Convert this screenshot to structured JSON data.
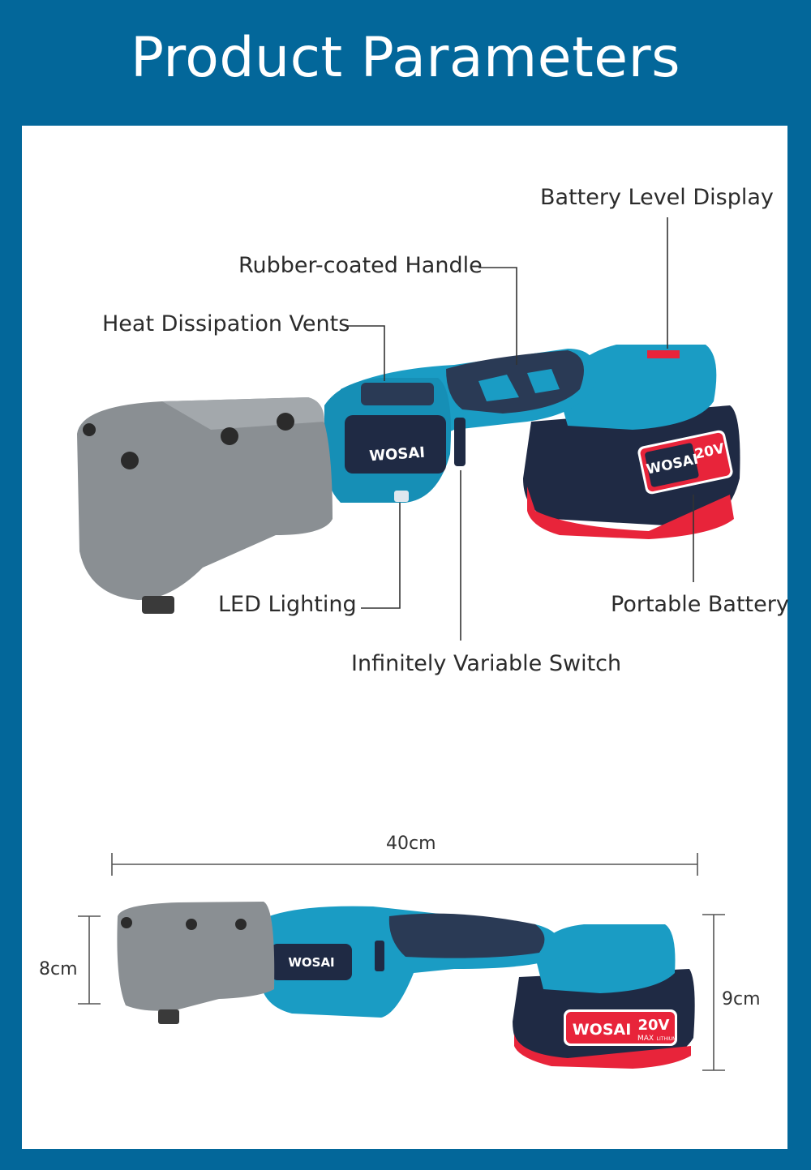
{
  "header": {
    "title": "Product Parameters"
  },
  "callouts": {
    "battery_level_display": "Battery Level Display",
    "rubber_coated_handle": "Rubber-coated Handle",
    "heat_dissipation_vents": "Heat Dissipation Vents",
    "led_lighting": "LED Lighting",
    "portable_battery": "Portable Battery",
    "infinitely_variable_switch": "Infinitely Variable Switch"
  },
  "brand": {
    "name": "WOSAI",
    "battery_voltage": "20V",
    "battery_max": "MAX",
    "battery_chem": "LITHIUM"
  },
  "dimensions": {
    "length": "40cm",
    "head_height": "8cm",
    "battery_height": "9cm"
  },
  "colors": {
    "frame_blue": "#03679a",
    "tool_teal": "#1a9cc4",
    "head_gray": "#8a8f93",
    "battery_navy": "#1f2a44",
    "battery_red": "#e8243a"
  }
}
